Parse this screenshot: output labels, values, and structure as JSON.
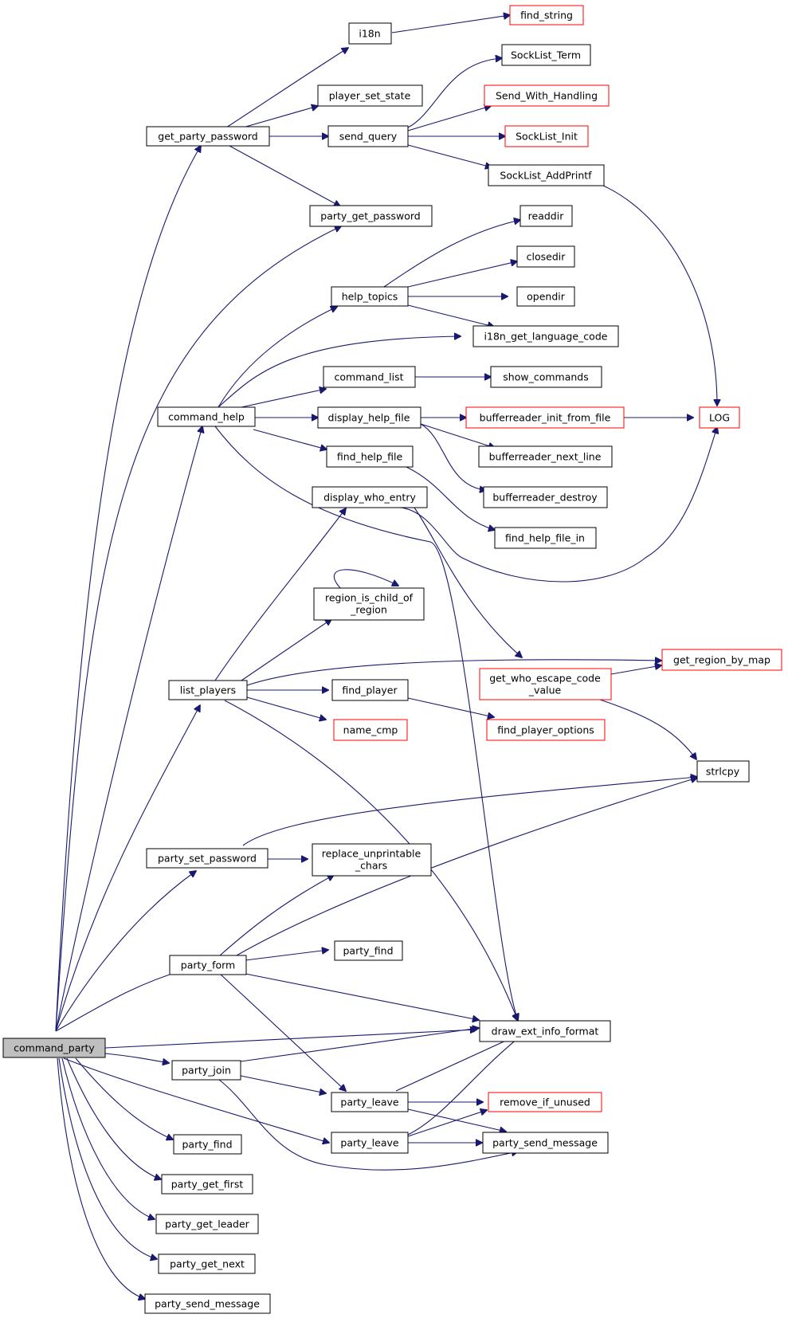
{
  "nodes": [
    {
      "id": "command_party",
      "label": "command_party",
      "root": true
    },
    {
      "id": "get_party_password",
      "label": "get_party_password"
    },
    {
      "id": "party_get_password",
      "label": "party_get_password"
    },
    {
      "id": "command_help",
      "label": "command_help"
    },
    {
      "id": "list_players",
      "label": "list_players"
    },
    {
      "id": "party_set_password",
      "label": "party_set_password"
    },
    {
      "id": "party_form",
      "label": "party_form"
    },
    {
      "id": "party_join",
      "label": "party_join"
    },
    {
      "id": "party_find",
      "label": "party_find"
    },
    {
      "id": "party_find2",
      "label": "party_find"
    },
    {
      "id": "party_get_first",
      "label": "party_get_first"
    },
    {
      "id": "party_get_leader",
      "label": "party_get_leader"
    },
    {
      "id": "party_get_next",
      "label": "party_get_next"
    },
    {
      "id": "party_send_message",
      "label": "party_send_message"
    },
    {
      "id": "party_send_message2",
      "label": "party_send_message"
    },
    {
      "id": "i18n",
      "label": "i18n"
    },
    {
      "id": "player_set_state",
      "label": "player_set_state"
    },
    {
      "id": "send_query",
      "label": "send_query"
    },
    {
      "id": "find_string",
      "label": "find_string",
      "red": true
    },
    {
      "id": "SockList_Term",
      "label": "SockList_Term"
    },
    {
      "id": "Send_With_Handling",
      "label": "Send_With_Handling",
      "red": true
    },
    {
      "id": "SockList_Init",
      "label": "SockList_Init",
      "red": true
    },
    {
      "id": "SockList_AddPrintf",
      "label": "SockList_AddPrintf"
    },
    {
      "id": "help_topics",
      "label": "help_topics"
    },
    {
      "id": "readdir",
      "label": "readdir"
    },
    {
      "id": "closedir",
      "label": "closedir"
    },
    {
      "id": "opendir",
      "label": "opendir"
    },
    {
      "id": "i18n_get_language_code",
      "label": "i18n_get_language_code"
    },
    {
      "id": "command_list",
      "label": "command_list"
    },
    {
      "id": "show_commands",
      "label": "show_commands"
    },
    {
      "id": "display_help_file",
      "label": "display_help_file"
    },
    {
      "id": "bufferreader_init_from_file",
      "label": "bufferreader_init_from_file",
      "red": true
    },
    {
      "id": "LOG",
      "label": "LOG",
      "red": true
    },
    {
      "id": "bufferreader_next_line",
      "label": "bufferreader_next_line"
    },
    {
      "id": "bufferreader_destroy",
      "label": "bufferreader_destroy"
    },
    {
      "id": "find_help_file",
      "label": "find_help_file"
    },
    {
      "id": "find_help_file_in",
      "label": "find_help_file_in"
    },
    {
      "id": "display_who_entry",
      "label": "display_who_entry"
    },
    {
      "id": "region_is_child_of_region",
      "label": "region_is_child_of",
      "label2": "_region"
    },
    {
      "id": "get_region_by_map",
      "label": "get_region_by_map",
      "red": true
    },
    {
      "id": "get_who_escape_code_value",
      "label": "get_who_escape_code",
      "label2": "_value",
      "red": true
    },
    {
      "id": "find_player",
      "label": "find_player"
    },
    {
      "id": "name_cmp",
      "label": "name_cmp",
      "red": true
    },
    {
      "id": "find_player_options",
      "label": "find_player_options",
      "red": true
    },
    {
      "id": "strlcpy",
      "label": "strlcpy"
    },
    {
      "id": "replace_unprintable_chars",
      "label": "replace_unprintable",
      "label2": "_chars"
    },
    {
      "id": "draw_ext_info_format",
      "label": "draw_ext_info_format"
    },
    {
      "id": "party_leave",
      "label": "party_leave"
    },
    {
      "id": "party_leave2",
      "label": "party_leave"
    },
    {
      "id": "remove_if_unused",
      "label": "remove_if_unused",
      "red": true
    }
  ]
}
